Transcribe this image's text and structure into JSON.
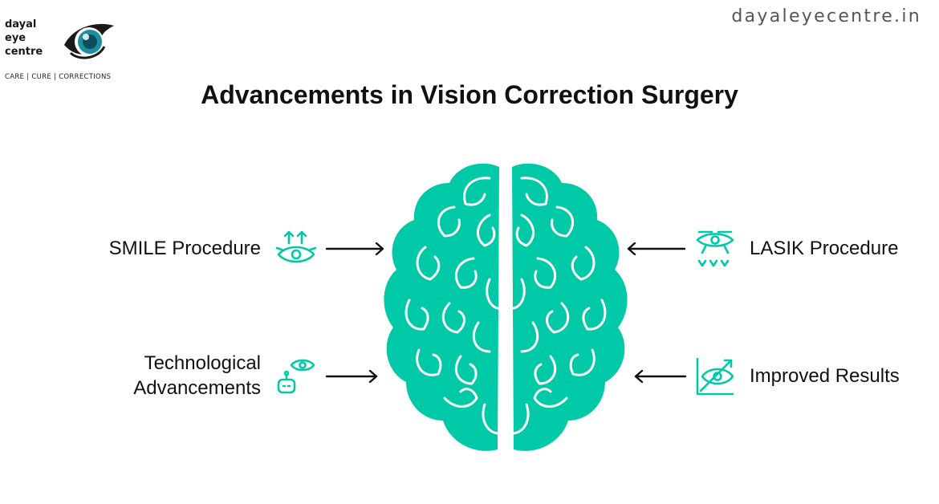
{
  "logo": {
    "lines": [
      "dayal",
      "eye",
      "centre"
    ],
    "tagline": "CARE | CURE | CORRECTIONS",
    "icon": "eye-logo-icon"
  },
  "website": "dayaleyecentre.in",
  "title": "Advancements in Vision Correction Surgery",
  "items": {
    "smile": {
      "label": "SMILE Procedure",
      "icon": "eye-arrows-up-icon"
    },
    "tech": {
      "line1": "Technological",
      "line2": "Advancements",
      "icon": "robot-eye-icon"
    },
    "lasik": {
      "label": "LASIK Procedure",
      "icon": "laser-eye-icon"
    },
    "results": {
      "label": "Improved Results",
      "icon": "eye-chart-icon"
    }
  },
  "colors": {
    "accent": "#00C9A7",
    "text": "#111111",
    "logo_iris": "#1E8FA0"
  }
}
